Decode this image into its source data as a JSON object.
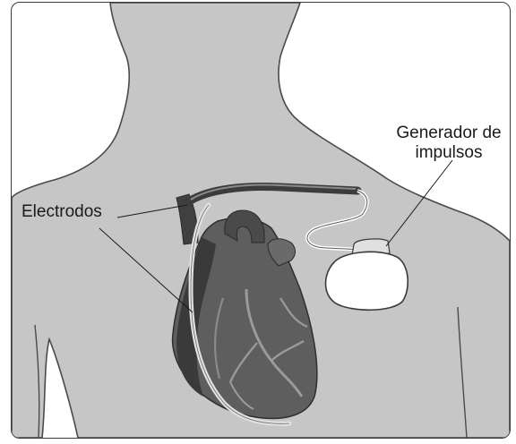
{
  "labels": {
    "electrodes": "Electrodos",
    "generator_line1": "Generador de",
    "generator_line2": "impulsos"
  },
  "colors": {
    "body": "#c6c6c6",
    "body_outline": "#4a4a4a",
    "heart_dark": "#3a3a3a",
    "heart_mid": "#5e5e5e",
    "lead_light": "#d8d8d8",
    "generator": "#ffffff"
  },
  "icons": {
    "heart": "heart-icon",
    "generator": "pulse-generator-icon"
  }
}
